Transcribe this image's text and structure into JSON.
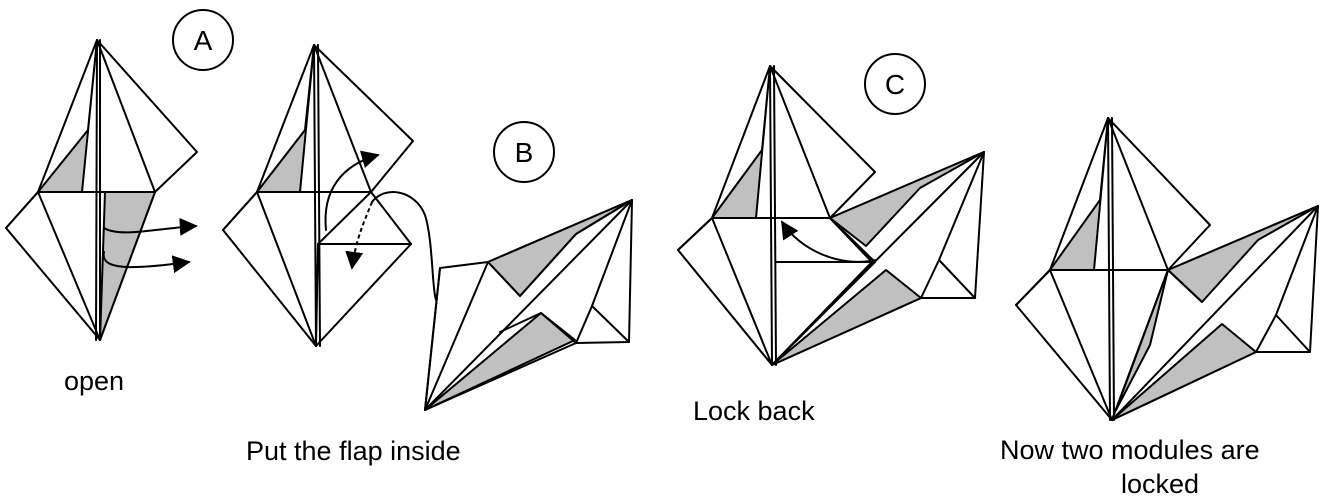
{
  "steps": {
    "a": {
      "badge": "A",
      "caption": "open"
    },
    "b": {
      "badge": "B",
      "caption": "Put the flap inside"
    },
    "c": {
      "badge": "C",
      "caption": "Lock back"
    },
    "d": {
      "caption_line1": "Now two modules are",
      "caption_line2": "locked"
    }
  },
  "colors": {
    "shade": "#c0c0c0",
    "stroke": "#000000",
    "paper": "#ffffff"
  }
}
